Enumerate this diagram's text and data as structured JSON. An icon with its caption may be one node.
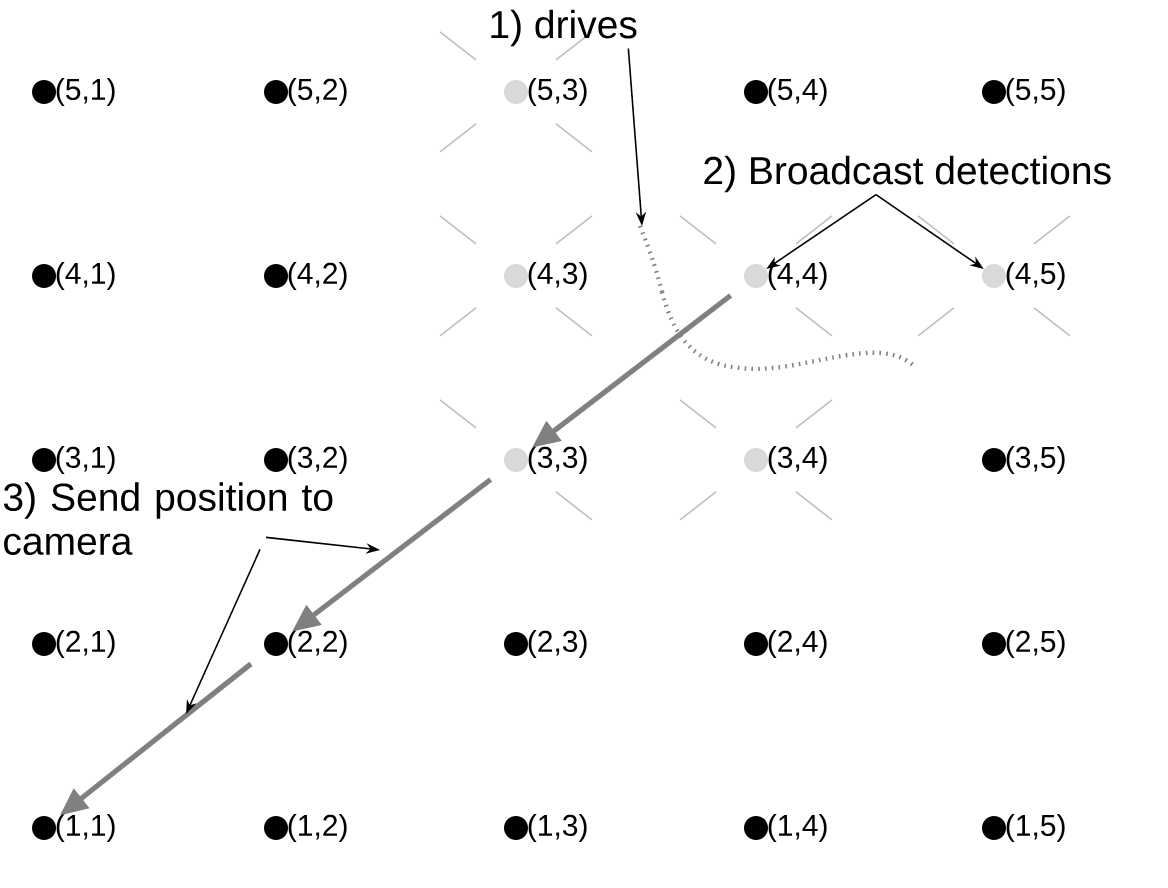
{
  "diagram": {
    "nodes": [
      {
        "text": [
          "(5,1)"
        ]
      },
      {
        "text": [
          "(5,2)"
        ]
      },
      {
        "text": [
          "(5,3)"
        ]
      },
      {
        "text": [
          "(5,4)"
        ]
      },
      {
        "text": [
          "(5,5)"
        ]
      },
      {
        "text": [
          "(4,1)"
        ]
      },
      {
        "text": [
          "(4,2)"
        ]
      },
      {
        "text": [
          "(4,3)"
        ]
      },
      {
        "text": [
          "(4,4)"
        ]
      },
      {
        "text": [
          "(4,5)"
        ]
      },
      {
        "text": [
          "(3,1)"
        ]
      },
      {
        "text": [
          "(3,2)"
        ]
      },
      {
        "text": [
          "(3,3)"
        ]
      },
      {
        "text": [
          "(3,4)"
        ]
      },
      {
        "text": [
          "(3,5)"
        ]
      },
      {
        "text": [
          "(2,1)"
        ]
      },
      {
        "text": [
          "(2,2)"
        ]
      },
      {
        "text": [
          "(2,3)"
        ]
      },
      {
        "text": [
          "(2,4)"
        ]
      },
      {
        "text": [
          "(2,5)"
        ]
      },
      {
        "text": [
          "(1,1)"
        ]
      },
      {
        "text": [
          "(1,2)"
        ]
      },
      {
        "text": [
          "(1,3)"
        ]
      },
      {
        "text": [
          "(1,4)"
        ]
      },
      {
        "text": [
          "(1,5)"
        ]
      },
      {
        "text": [
          "1) drives"
        ]
      },
      {
        "text": [
          "2) Broadcast detections"
        ]
      },
      {
        "text": [
          "3) Send position to camera"
        ]
      },
      {
        "text": [],
        "shape": "curve"
      }
    ],
    "edges": [
      {
        "from": 25,
        "to": 28,
        "arrow": "to"
      },
      {
        "from": 26,
        "to": 8,
        "arrow": "to"
      },
      {
        "from": 26,
        "to": 9,
        "arrow": "to"
      },
      {
        "from": 8,
        "to": 12,
        "arrow": "to",
        "style": "thick",
        "color": "#808080"
      },
      {
        "from": 12,
        "to": 16,
        "arrow": "to",
        "style": "thick",
        "color": "#808080"
      },
      {
        "from": 16,
        "to": 20,
        "arrow": "to",
        "style": "thick",
        "color": "#808080"
      },
      {
        "from": 27,
        "to": null,
        "arrow": "to"
      },
      {
        "from": 27,
        "to": null,
        "arrow": "to"
      }
    ]
  }
}
